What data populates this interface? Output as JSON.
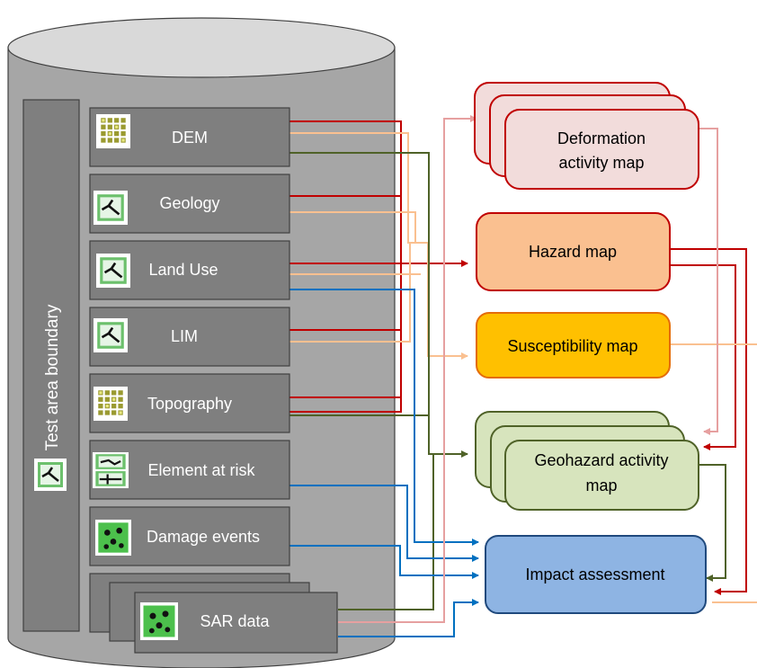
{
  "boundary": {
    "label": "Test area  boundary"
  },
  "layers": [
    {
      "label": "DEM",
      "icon": "grid-raster-icon"
    },
    {
      "label": "Geology",
      "icon": "vector-polygon-icon"
    },
    {
      "label": "Land Use",
      "icon": "vector-polygon-icon"
    },
    {
      "label": "LIM",
      "icon": "vector-polygon-icon"
    },
    {
      "label": "Topography",
      "icon": "grid-raster-icon"
    },
    {
      "label": "Element at risk",
      "icon": "vector-lines-icon"
    },
    {
      "label": "Damage events",
      "icon": "point-features-icon"
    },
    {
      "label": "SAR data",
      "icon": "point-features-icon"
    }
  ],
  "outputs": {
    "deformation": {
      "line1": "Deformation",
      "line2": "activity map",
      "fill": "#f2dcdb",
      "stroke": "#c00000"
    },
    "hazard": {
      "label": "Hazard map",
      "fill": "#fac090",
      "stroke": "#c00000"
    },
    "susceptibility": {
      "label": "Susceptibility map",
      "fill": "#ffc000",
      "stroke": "#e46c0a"
    },
    "geohazard": {
      "line1": "Geohazard activity",
      "line2": "map",
      "fill": "#d7e4bd",
      "stroke": "#4f6228"
    },
    "impact": {
      "label": "Impact assessment",
      "fill": "#8eb4e3",
      "stroke": "#1f497d"
    }
  },
  "colors": {
    "cylinder": "#a6a6a6",
    "cylinder_top": "#d9d9d9",
    "layer_box": "#7f7f7f",
    "line_red": "#c00000",
    "line_peach": "#fac090",
    "line_green": "#4f6228",
    "line_blue": "#0070c0",
    "line_pink": "#e6a0a0"
  }
}
